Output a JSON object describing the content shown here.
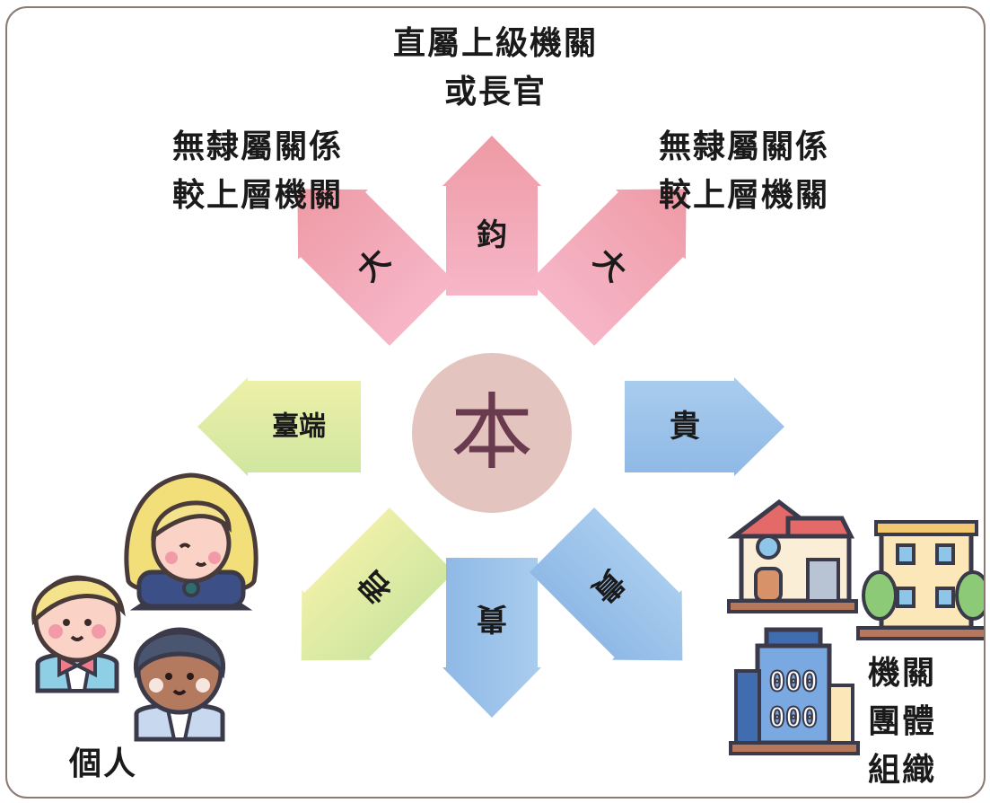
{
  "center": {
    "label": "本",
    "color": "#e3c4be"
  },
  "labels": {
    "top": [
      "直屬上級機關",
      "或長官"
    ],
    "top_left": [
      "無隸屬關係",
      "較上層機關"
    ],
    "top_right": [
      "無隸屬關係",
      "較上層機關"
    ],
    "individuals": [
      "個人"
    ],
    "organizations": [
      "機關",
      "團體",
      "組織"
    ]
  },
  "arrows": [
    {
      "id": "up",
      "text": "鈞",
      "color": "#f0a8b8"
    },
    {
      "id": "up-left",
      "text": "大",
      "color": "#f0a8b8"
    },
    {
      "id": "up-right",
      "text": "大",
      "color": "#f0a8b8"
    },
    {
      "id": "left",
      "text": "臺端",
      "color": "#d8e8a0"
    },
    {
      "id": "down-left",
      "text": "君",
      "color": "#d8e8a0"
    },
    {
      "id": "right",
      "text": "貴",
      "color": "#a8cbea"
    },
    {
      "id": "down",
      "text": "貴",
      "color": "#a8cbea"
    },
    {
      "id": "down-right",
      "text": "貴",
      "color": "#a8cbea"
    }
  ],
  "icons": {
    "people": [
      "man-blond-icon",
      "woman-blond-icon",
      "man-dark-icon"
    ],
    "buildings": [
      "house-icon",
      "apartment-icon",
      "office-tower-icon"
    ]
  }
}
